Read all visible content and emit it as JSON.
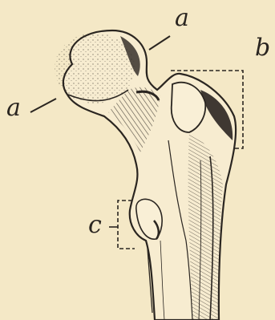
{
  "figure": {
    "labels": {
      "a_upper": "a",
      "a_left": "a",
      "b": "b",
      "c": "c"
    },
    "colors": {
      "paper": "#f4e8c6",
      "ink": "#2a2520"
    }
  }
}
